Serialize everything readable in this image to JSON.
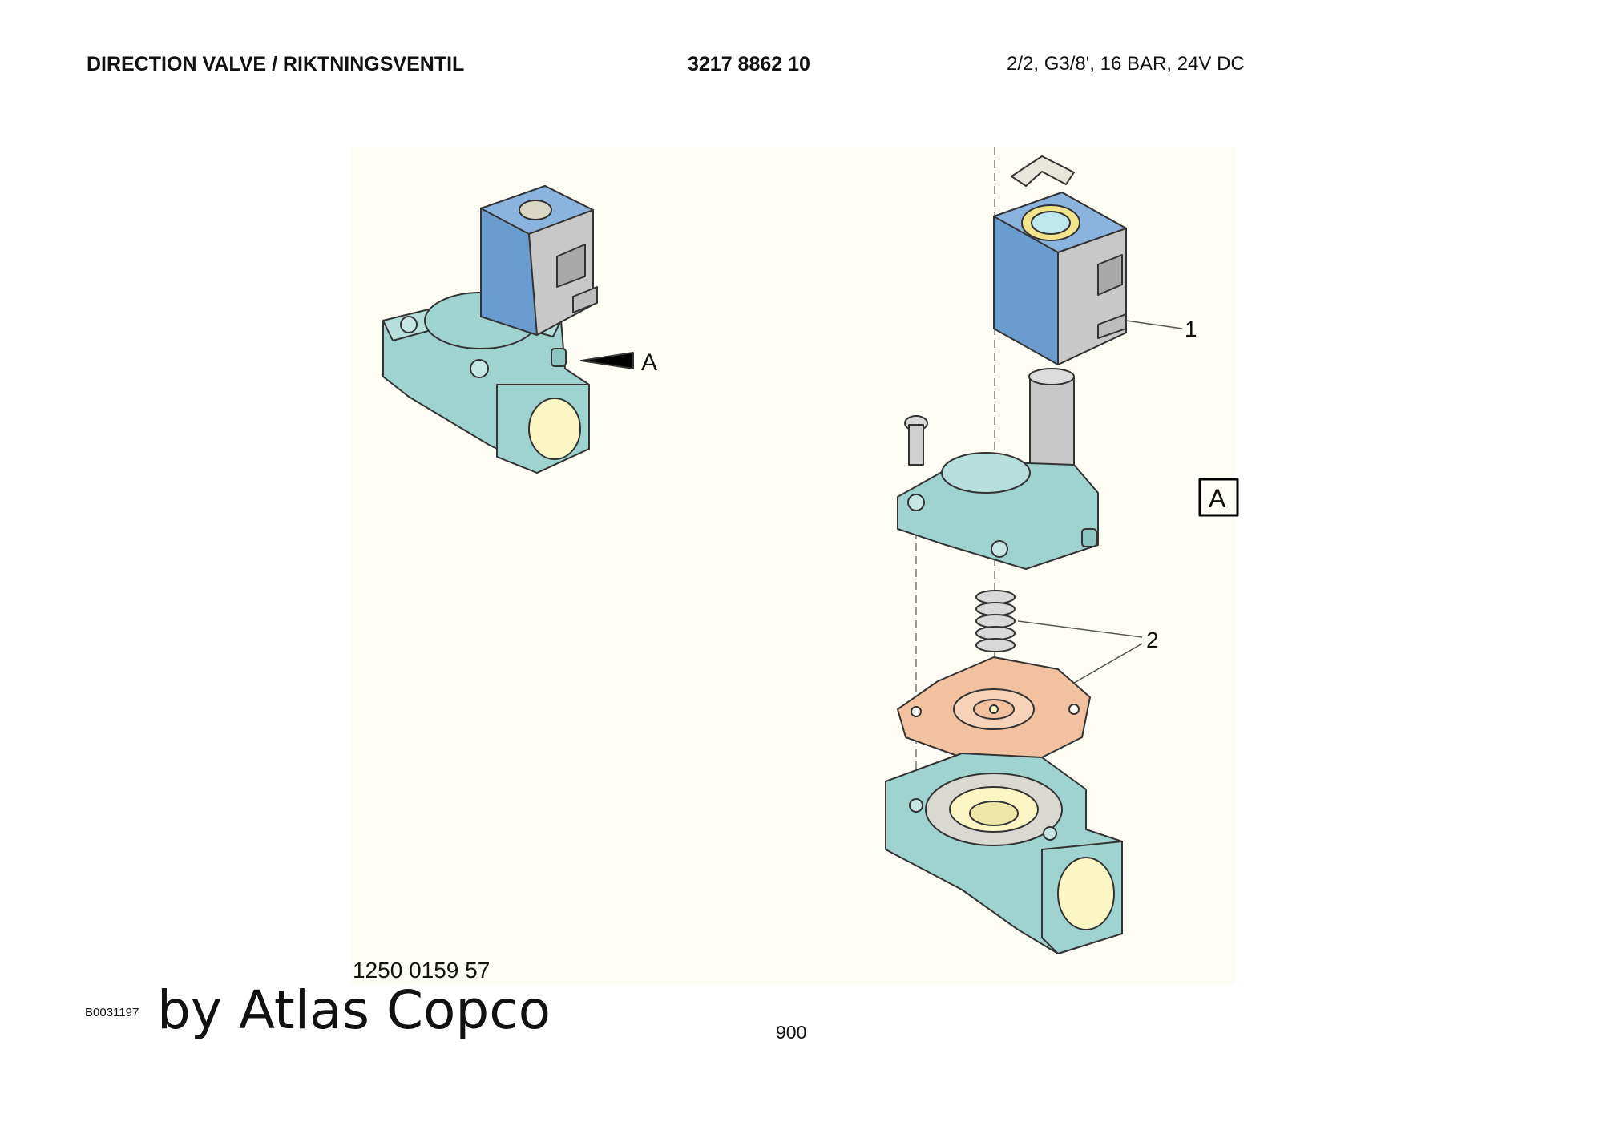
{
  "header": {
    "title": "DIRECTION VALVE / RIKTNINGSVENTIL",
    "part_number": "3217 8862 10",
    "spec": "2/2, G3/8', 16 BAR, 24V DC"
  },
  "drawing": {
    "view_letter_arrow": "A",
    "view_letter_box": "A",
    "callout_1": "1",
    "callout_2": "2",
    "figure_number": "1250 0159 57"
  },
  "footer": {
    "image_id": "B0031197",
    "brand": "by Atlas Copco",
    "page_number": "900"
  },
  "colors": {
    "coil_blue": "#6b9cd0",
    "body_teal": "#9fd3cf",
    "diaphragm": "#f2c1a0",
    "port_yellow": "#fbf6c4",
    "panel_bg": "#fdfdf5"
  }
}
